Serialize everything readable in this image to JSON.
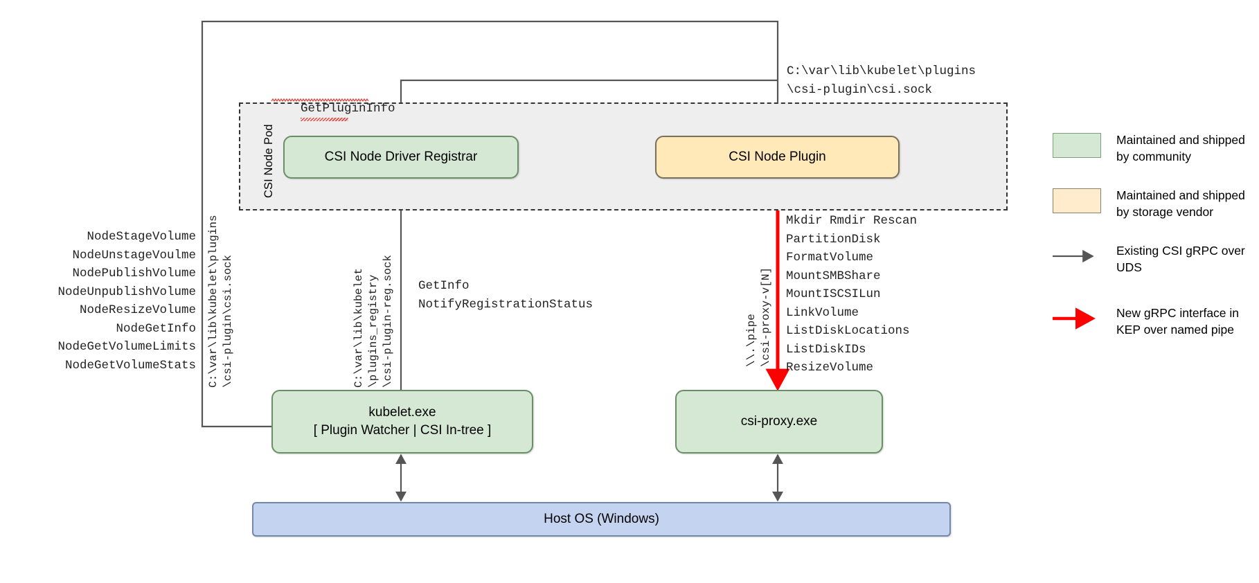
{
  "diagram": {
    "title": "CSI Proxy architecture on Windows",
    "pod": {
      "label": "CSI Node Pod"
    },
    "boxes": {
      "registrar": {
        "label": "CSI Node Driver Registrar",
        "color": "#d5e8d4"
      },
      "plugin": {
        "label": "CSI Node Plugin",
        "color": "#ffe9b8"
      },
      "kubelet": {
        "line1": "kubelet.exe",
        "line2": "[ Plugin Watcher | CSI In-tree ]",
        "color": "#d5e8d4"
      },
      "csiproxy": {
        "label": "csi-proxy.exe",
        "color": "#d5e8d4"
      },
      "hostos": {
        "label": "Host OS (Windows)",
        "color": "#c3d3f0"
      }
    },
    "labels": {
      "get_plugin_info": "GetPluginInfo",
      "plugin_socket_path": "C:\\var\\lib\\kubelet\\plugins\n\\csi-plugin\\csi.sock",
      "csi_sock_rotated": "C:\\var\\lib\\kubelet\\plugins\n\\csi-plugin\\csi.sock",
      "reg_sock_rotated": "C:\\var\\lib\\kubelet\n\\plugins_registry\n\\csi-plugin-reg.sock",
      "named_pipe_rotated": "\\\\.\\pipe\n\\csi-proxy-v[N]"
    },
    "node_rpc_list": [
      "NodeStageVolume",
      "NodeUnstageVoulme",
      "NodePublishVolume",
      "NodeUnpublishVolume",
      "NodeResizeVolume",
      "NodeGetInfo",
      "NodeGetVolumeLimits",
      "NodeGetVolumeStats"
    ],
    "registrar_rpc_list": [
      "GetInfo",
      "NotifyRegistrationStatus"
    ],
    "proxy_api_list": [
      "Mkdir Rmdir Rescan",
      "PartitionDisk",
      "FormatVolume",
      "MountSMBShare",
      "MountISCSILun",
      "LinkVolume",
      "ListDiskLocations",
      "ListDiskIDs",
      "ResizeVolume"
    ],
    "legend": [
      {
        "kind": "swatch-green",
        "text": "Maintained and shipped by community"
      },
      {
        "kind": "swatch-yellow",
        "text": "Maintained and shipped by storage vendor"
      },
      {
        "kind": "arrow-gray",
        "text": "Existing CSI gRPC over UDS"
      },
      {
        "kind": "arrow-red",
        "text": "New gRPC interface in KEP over named pipe"
      }
    ],
    "colors": {
      "community_green": "#d5e8d4",
      "vendor_yellow": "#ffe9b8",
      "host_blue": "#c3d3f0",
      "pod_gray": "#eeeeee",
      "edge_gray": "#666666",
      "edge_red": "#ff0000"
    }
  }
}
